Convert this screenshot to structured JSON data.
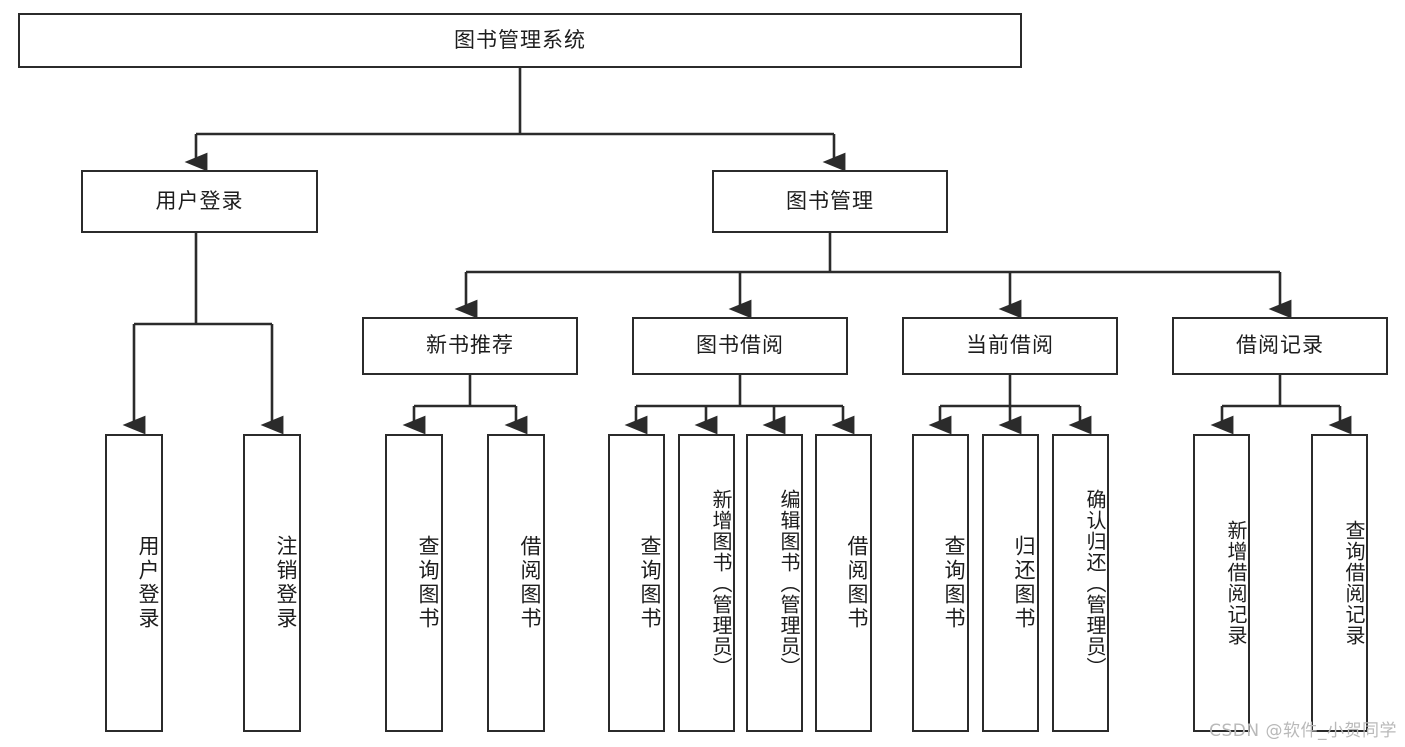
{
  "diagram": {
    "title": "图书管理系统",
    "type": "hierarchy-tree",
    "root": {
      "label": "图书管理系统"
    },
    "level2": [
      {
        "label": "用户登录"
      },
      {
        "label": "图书管理"
      }
    ],
    "level3": [
      {
        "label": "新书推荐"
      },
      {
        "label": "图书借阅"
      },
      {
        "label": "当前借阅"
      },
      {
        "label": "借阅记录"
      }
    ],
    "leaves": {
      "user_login": [
        {
          "label": "用户登录"
        },
        {
          "label": "注销登录"
        }
      ],
      "new_book_recommend": [
        {
          "label": "查询图书"
        },
        {
          "label": "借阅图书"
        }
      ],
      "book_borrow": [
        {
          "label": "查询图书"
        },
        {
          "label": "新增图书（管理员）"
        },
        {
          "label": "编辑图书（管理员）"
        },
        {
          "label": "借阅图书"
        }
      ],
      "current_borrow": [
        {
          "label": "查询图书"
        },
        {
          "label": "归还图书"
        },
        {
          "label": "确认归还（管理员）"
        }
      ],
      "borrow_record": [
        {
          "label": "新增借阅记录"
        },
        {
          "label": "查询借阅记录"
        }
      ]
    },
    "watermark": "CSDN @软件_小贺同学",
    "colors": {
      "stroke": "#2b2b2b",
      "fill": "#ffffff",
      "text": "#1d1d1d",
      "watermark": "#b9b9b9"
    }
  }
}
